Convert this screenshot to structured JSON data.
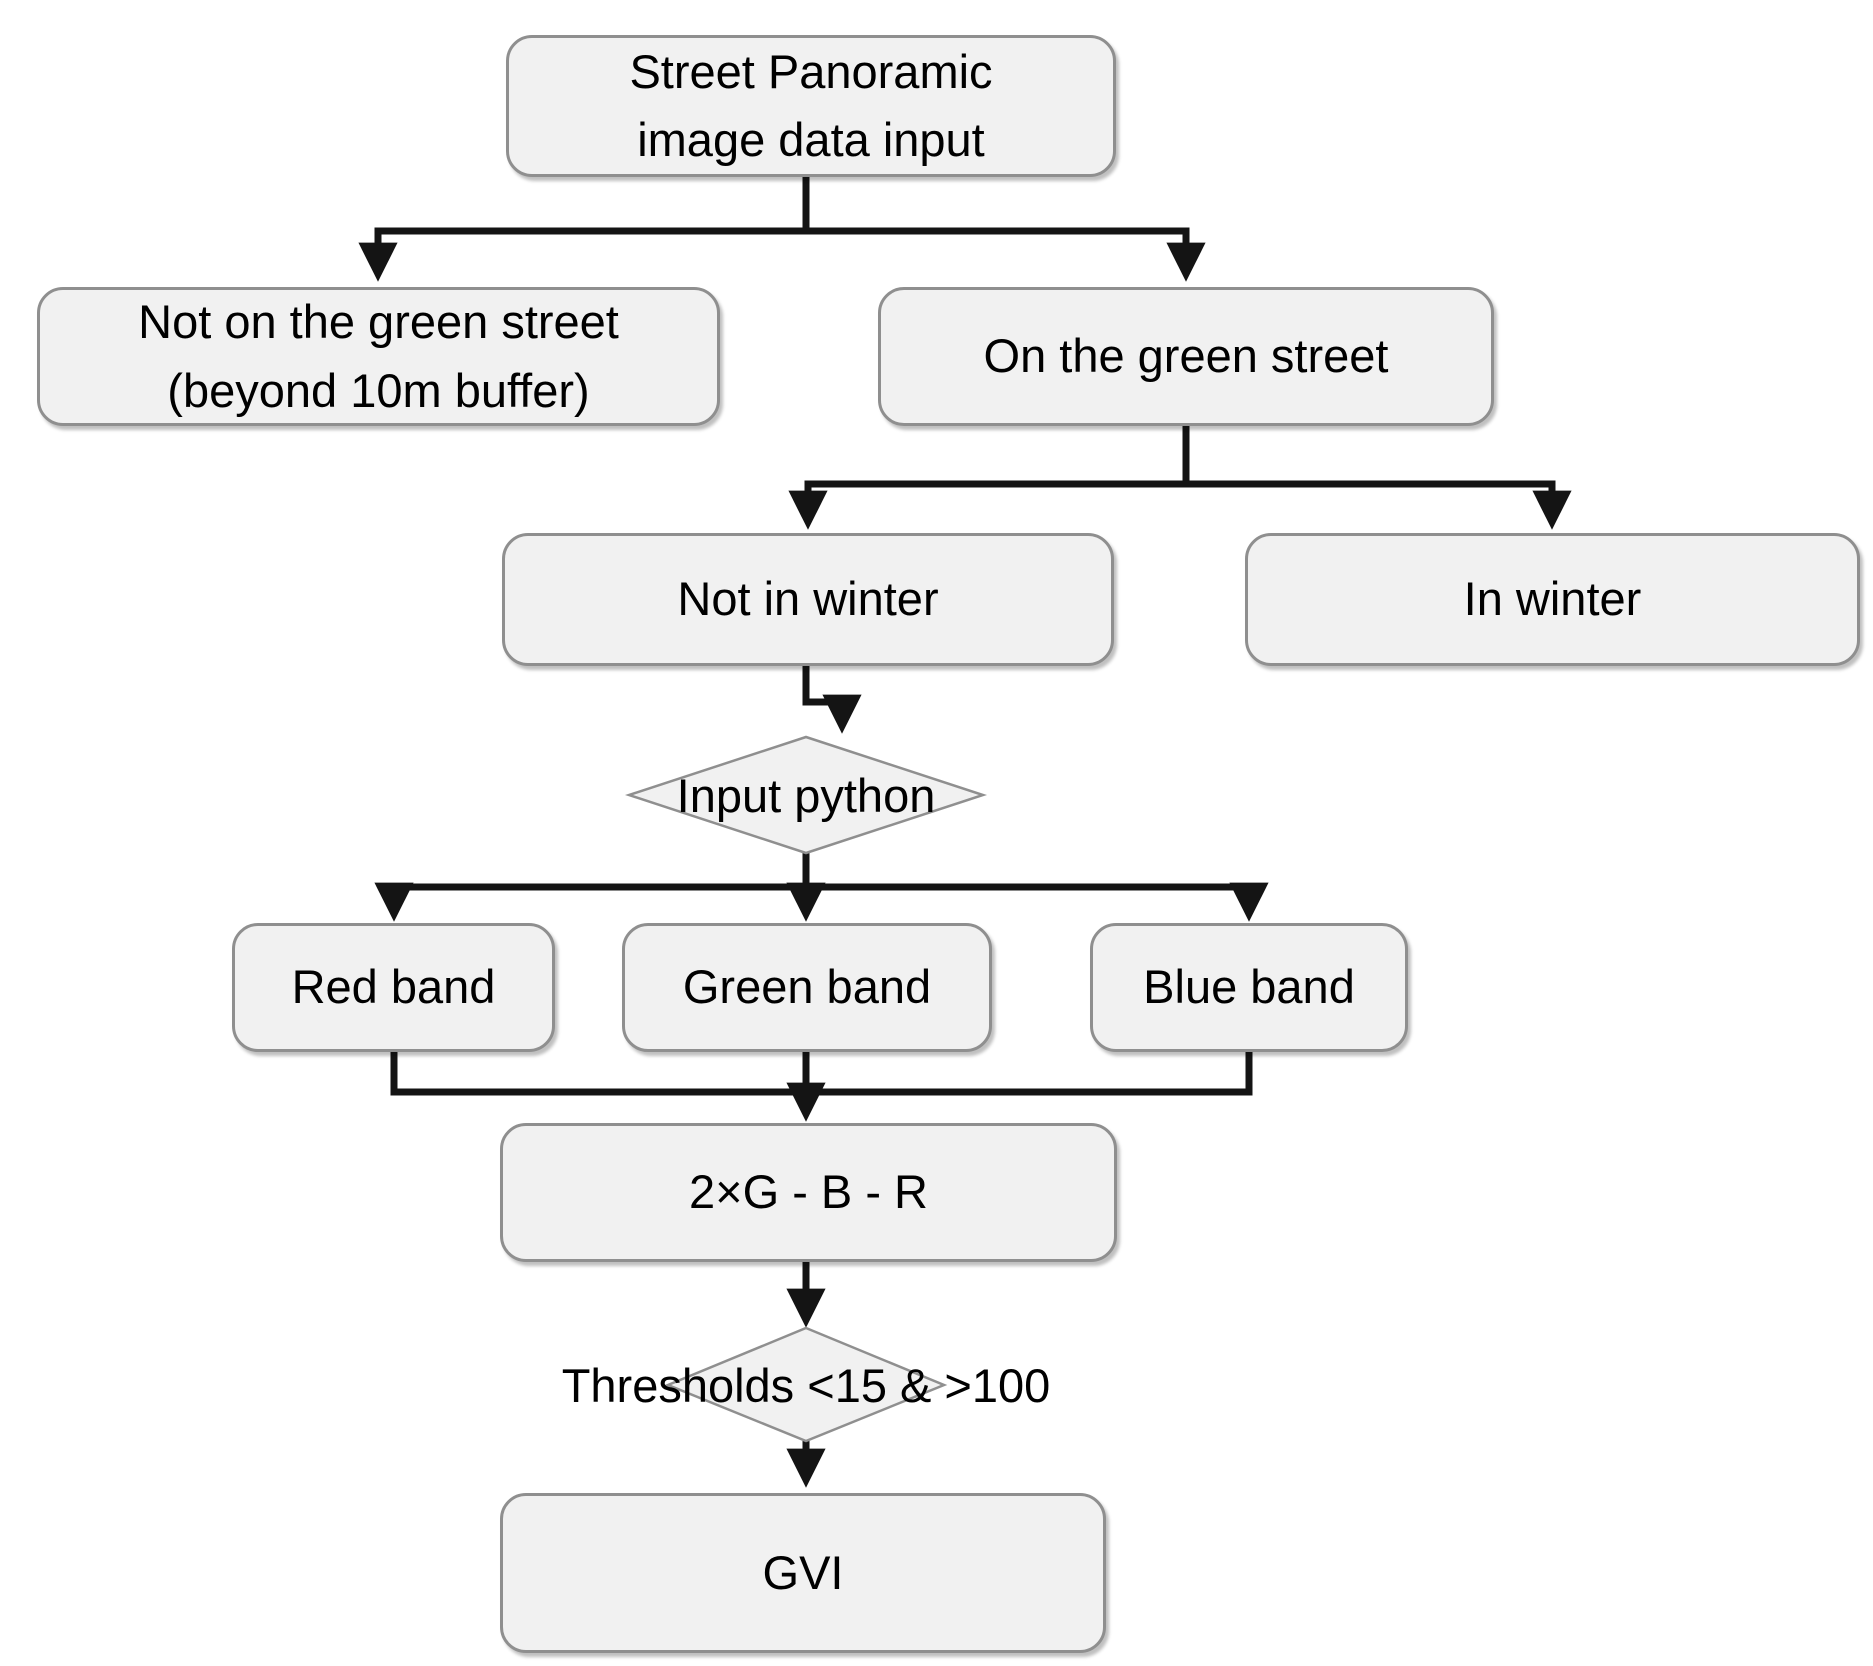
{
  "figure": {
    "type": "flowchart",
    "background": "#ffffff"
  },
  "colors": {
    "node-fill": "#f1f1f1",
    "node-border": "#8f8f8f",
    "connector": "#141414",
    "text": "#000000"
  },
  "nodes": {
    "input": {
      "line1": "Street Panoramic",
      "line2": "image data input"
    },
    "not_green": {
      "line1": "Not on the green street",
      "line2": "(beyond 10m buffer)"
    },
    "on_green": {
      "label": "On the green street"
    },
    "not_winter": {
      "label": "Not in winter"
    },
    "in_winter": {
      "label": "In winter"
    },
    "input_python": {
      "label": "Input python"
    },
    "red_band": {
      "label": "Red band"
    },
    "green_band": {
      "label": "Green band"
    },
    "blue_band": {
      "label": "Blue band"
    },
    "formula": {
      "label": "2×G - B - R"
    },
    "thresholds": {
      "label": "Thresholds <15 & >100"
    },
    "gvi": {
      "label": "GVI"
    }
  },
  "edges": [
    {
      "from": "input",
      "to": "not_green"
    },
    {
      "from": "input",
      "to": "on_green"
    },
    {
      "from": "on_green",
      "to": "not_winter"
    },
    {
      "from": "on_green",
      "to": "in_winter"
    },
    {
      "from": "not_winter",
      "to": "input_python"
    },
    {
      "from": "input_python",
      "to": "red_band"
    },
    {
      "from": "input_python",
      "to": "green_band"
    },
    {
      "from": "input_python",
      "to": "blue_band"
    },
    {
      "from": "red_band",
      "to": "formula"
    },
    {
      "from": "green_band",
      "to": "formula"
    },
    {
      "from": "blue_band",
      "to": "formula"
    },
    {
      "from": "formula",
      "to": "thresholds"
    },
    {
      "from": "thresholds",
      "to": "gvi"
    }
  ]
}
